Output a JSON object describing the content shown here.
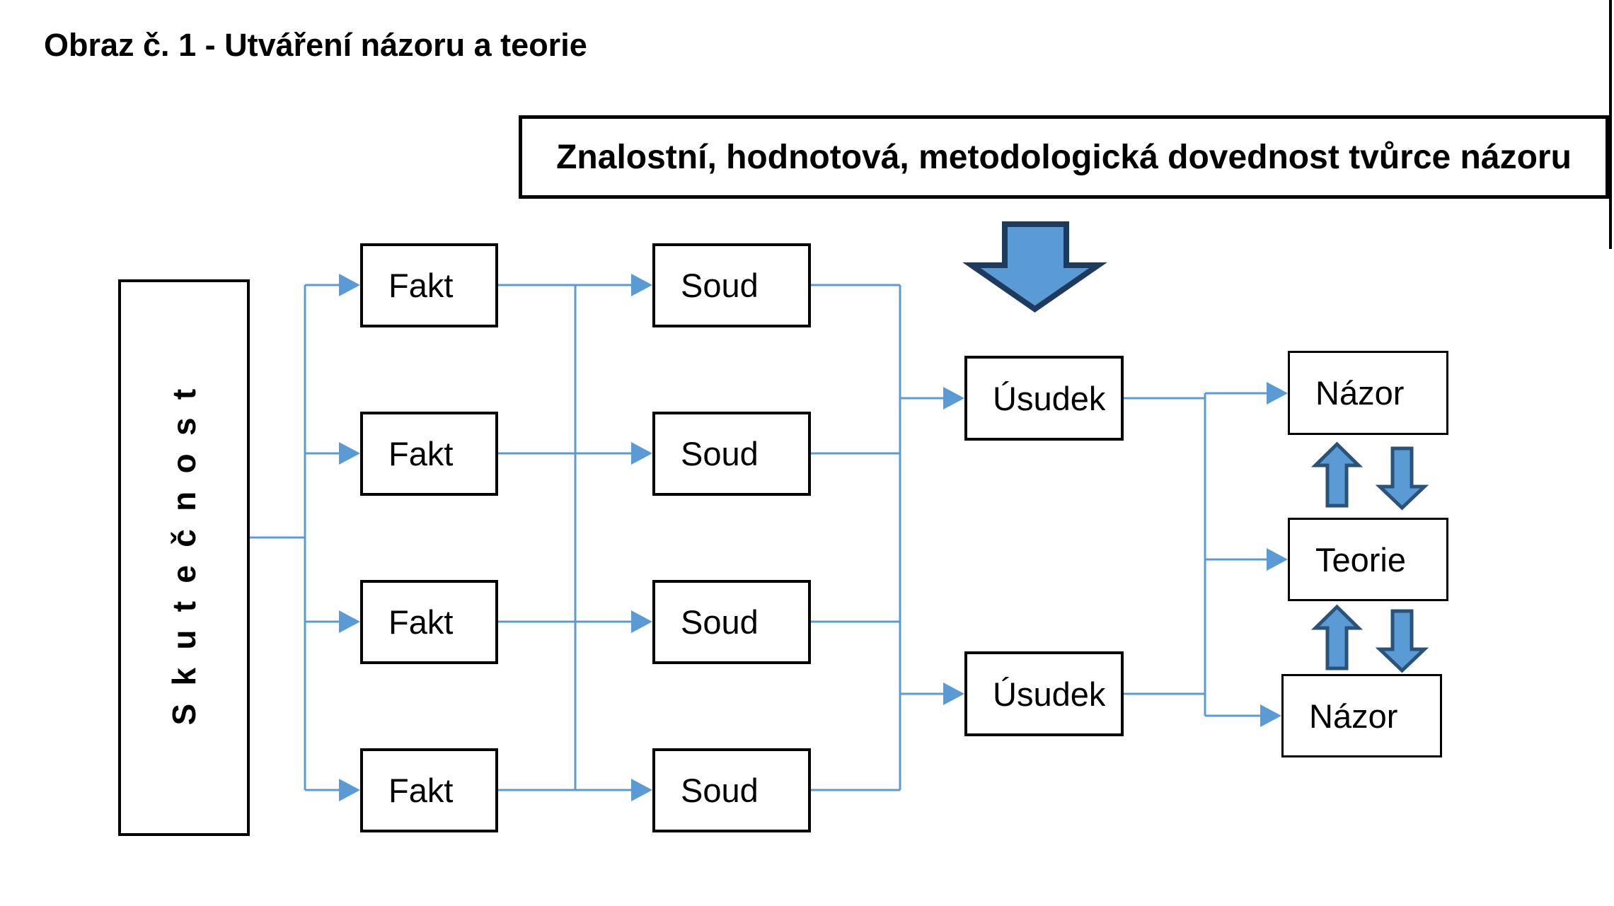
{
  "page_title": "Obraz č. 1 - Utváření názoru a teorie",
  "banner": {
    "text": "Znalostní, hodnotová, metodologická dovednost tvůrce názoru"
  },
  "nodes": {
    "reality": "Skutečnost",
    "facts": [
      "Fakt",
      "Fakt",
      "Fakt",
      "Fakt"
    ],
    "judgments": [
      "Soud",
      "Soud",
      "Soud",
      "Soud"
    ],
    "inferences": [
      "Úsudek",
      "Úsudek"
    ],
    "opinion_top": "Názor",
    "theory": "Teorie",
    "opinion_bottom": "Názor"
  },
  "icons": {
    "big_down_arrow": "down-arrow",
    "up_arrows": "up-arrow",
    "down_arrows": "down-arrow",
    "connector_arrowheads": "right-arrowhead"
  },
  "colors": {
    "connector_blue": "#5B9BD5",
    "block_arrow_fill": "#5B9BD5",
    "block_arrow_outline_big": "#1F3A5F",
    "block_arrow_outline_small": "#2B5379",
    "box_border": "#000000",
    "text": "#000000"
  }
}
